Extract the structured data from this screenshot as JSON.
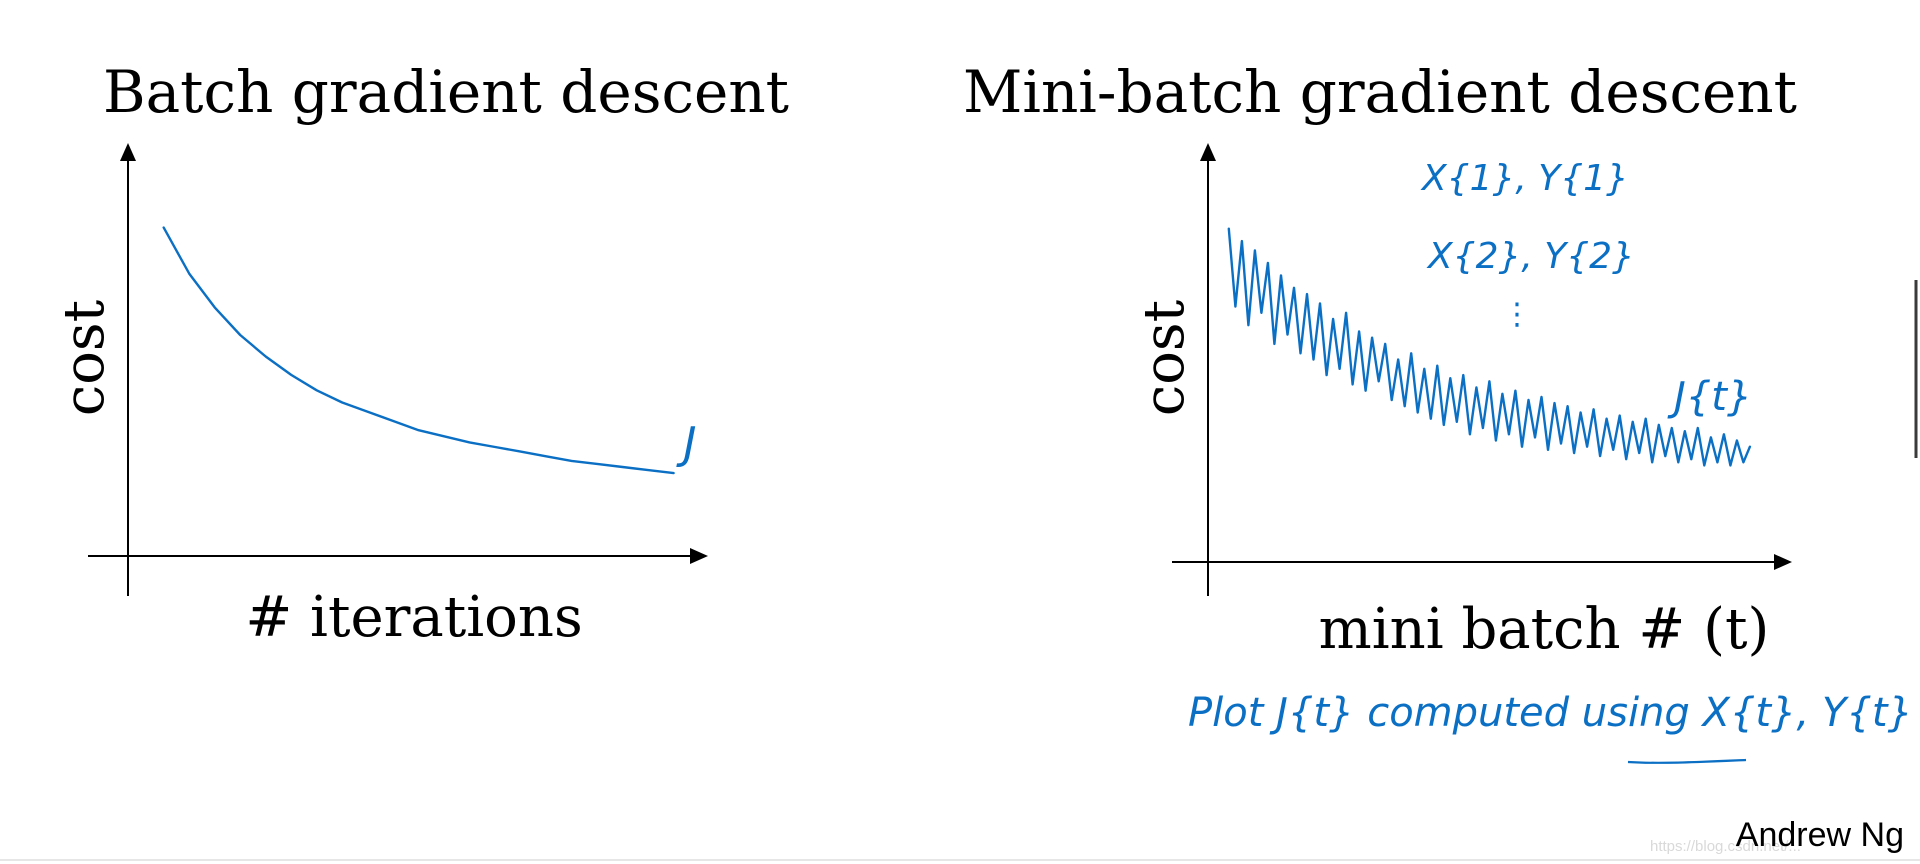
{
  "colors": {
    "ink": "#0b6fc4",
    "axis": "#000000",
    "background": "#ffffff"
  },
  "chart_data": [
    {
      "type": "line",
      "title": "Batch gradient descent",
      "xlabel": "# iterations",
      "ylabel": "cost",
      "series": [
        {
          "name": "J",
          "x": [
            0,
            5,
            10,
            15,
            20,
            25,
            30,
            35,
            40,
            45,
            50,
            55,
            60,
            65,
            70,
            75,
            80,
            85,
            90,
            95,
            100
          ],
          "values": [
            0.97,
            0.82,
            0.71,
            0.62,
            0.55,
            0.49,
            0.44,
            0.4,
            0.37,
            0.34,
            0.31,
            0.29,
            0.27,
            0.255,
            0.24,
            0.225,
            0.21,
            0.2,
            0.19,
            0.18,
            0.17
          ]
        }
      ],
      "xlim": [
        -7,
        104
      ],
      "ylim": [
        -0.1,
        1.2
      ],
      "grid": false
    },
    {
      "type": "line",
      "title": "Mini-batch gradient descent",
      "xlabel": "mini batch # (t)",
      "ylabel": "cost",
      "series": [
        {
          "name": "J^{t}",
          "values": [
            0.97,
            0.72,
            0.93,
            0.66,
            0.9,
            0.7,
            0.86,
            0.6,
            0.82,
            0.63,
            0.78,
            0.57,
            0.76,
            0.55,
            0.73,
            0.5,
            0.68,
            0.52,
            0.7,
            0.47,
            0.64,
            0.45,
            0.62,
            0.48,
            0.6,
            0.42,
            0.55,
            0.4,
            0.57,
            0.38,
            0.52,
            0.36,
            0.53,
            0.34,
            0.49,
            0.35,
            0.5,
            0.31,
            0.46,
            0.33,
            0.48,
            0.29,
            0.44,
            0.31,
            0.45,
            0.27,
            0.42,
            0.3,
            0.43,
            0.26,
            0.41,
            0.28,
            0.4,
            0.25,
            0.38,
            0.27,
            0.39,
            0.24,
            0.36,
            0.26,
            0.37,
            0.23,
            0.35,
            0.25,
            0.36,
            0.22,
            0.34,
            0.24,
            0.33,
            0.22,
            0.32,
            0.23,
            0.33,
            0.21,
            0.3,
            0.22,
            0.31,
            0.21,
            0.29,
            0.22,
            0.27
          ]
        }
      ],
      "xlim": [
        -4,
        105
      ],
      "ylim": [
        -0.1,
        1.2
      ],
      "grid": false
    }
  ],
  "annotations": {
    "batch_curve_label": "J",
    "minibatch_curve_label": "J{t}",
    "batches": [
      "X{1}, Y{1}",
      "X{2}, Y{2}",
      "⋮"
    ],
    "note": "Plot J{t} computed using X{t}, Y{t}"
  },
  "credit": "Andrew Ng",
  "watermark": "https://blog.csdn.net/..."
}
